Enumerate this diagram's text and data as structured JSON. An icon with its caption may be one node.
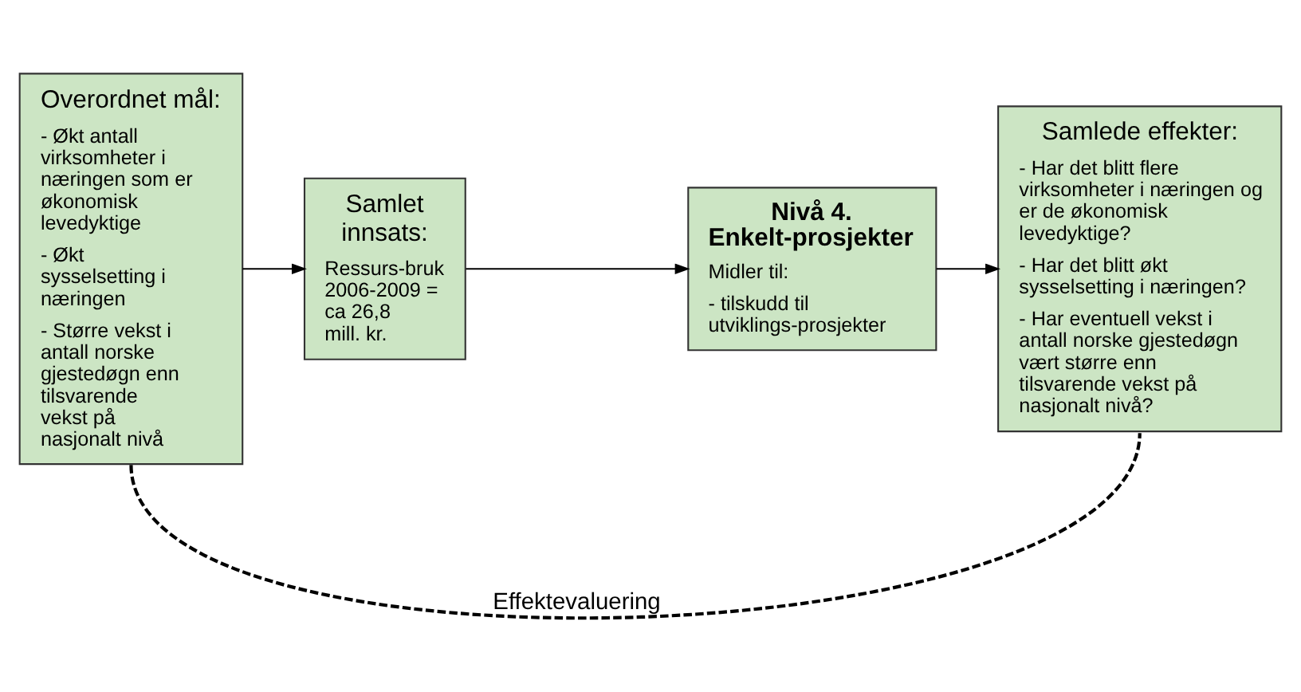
{
  "diagram": {
    "nodes": [
      {
        "text": [
          "Overordnet mål:",
          "- Økt antall virksomheter i næringen som er økonomisk levedyktige",
          "- Økt sysselsetting i næringen",
          "- Større vekst i antall norske gjestedøgn enn tilsvarende vekst på nasjonalt nivå"
        ]
      },
      {
        "text": [
          "Samlet innsats:",
          "Ressurs-bruk 2006-2009 = ca 26,8 mill. kr."
        ]
      },
      {
        "text": [
          "Nivå 4. Enkelt-prosjekter",
          "Midler til:",
          "- tilskudd til utviklings-prosjekter"
        ]
      },
      {
        "text": [
          "Samlede effekter:",
          "- Har det blitt flere virksomheter i næringen og er de økonomisk levedyktige?",
          "- Har det blitt økt sysselsetting i næringen?",
          "- Har eventuell vekst i antall norske gjestedøgn vært større enn tilsvarende vekst på nasjonalt nivå?"
        ]
      }
    ],
    "edges": [
      {
        "from": 0,
        "to": 1,
        "arrow": "to"
      },
      {
        "from": 1,
        "to": 2,
        "arrow": "to"
      },
      {
        "from": 2,
        "to": 3,
        "arrow": "to"
      },
      {
        "from": 0,
        "to": 3,
        "arrow": "none",
        "style": "dashed",
        "label": "Effektevaluering"
      }
    ]
  }
}
